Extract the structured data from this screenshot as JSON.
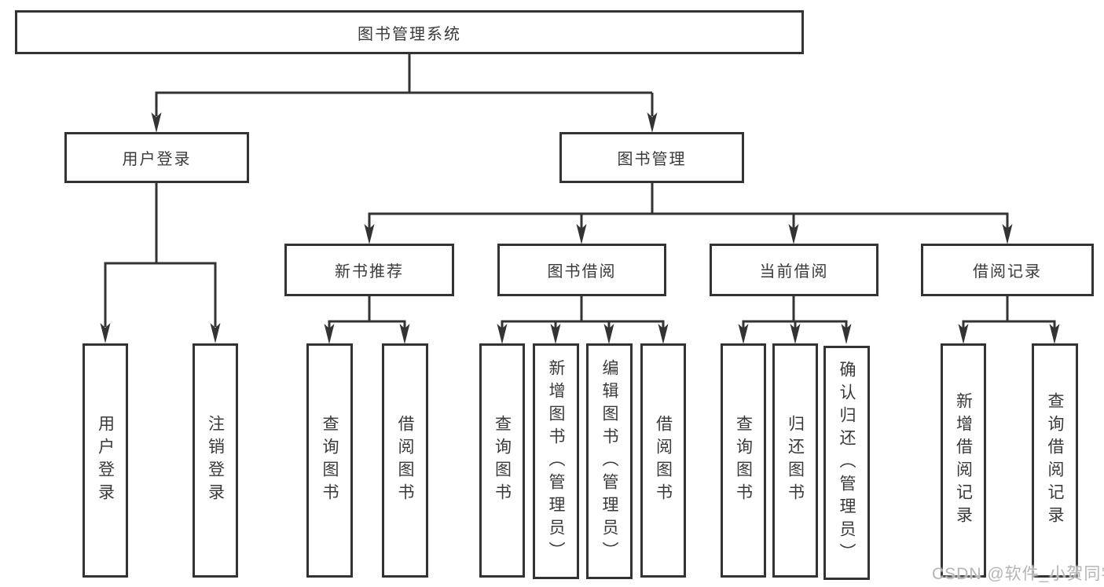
{
  "diagram_title": "图书管理系统",
  "colors": {
    "line": "#333333",
    "text": "#3a3a3a",
    "background": "#ffffff",
    "watermark": "#b5b5b5"
  },
  "nodes": {
    "root": "图书管理系统",
    "user_login": "用户登录",
    "book_management": "图书管理",
    "new_book_recommend": "新书推荐",
    "book_borrow": "图书借阅",
    "current_borrow": "当前借阅",
    "borrow_records": "借阅记录",
    "leaf_user_login": "用户登录",
    "leaf_logout": "注销登录",
    "leaf_nb_query": "查询图书",
    "leaf_nb_borrow": "借阅图书",
    "leaf_bb_query": "查询图书",
    "leaf_bb_add": "新增图书（管理员）",
    "leaf_bb_edit": "编辑图书（管理员）",
    "leaf_bb_borrow": "借阅图书",
    "leaf_cb_query": "查询图书",
    "leaf_cb_return": "归还图书",
    "leaf_cb_confirm": "确认归还（管理员）",
    "leaf_br_add": "新增借阅记录",
    "leaf_br_query": "查询借阅记录"
  },
  "hierarchy": {
    "图书管理系统": {
      "用户登录": [
        "用户登录",
        "注销登录"
      ],
      "图书管理": {
        "新书推荐": [
          "查询图书",
          "借阅图书"
        ],
        "图书借阅": [
          "查询图书",
          "新增图书（管理员）",
          "编辑图书（管理员）",
          "借阅图书"
        ],
        "当前借阅": [
          "查询图书",
          "归还图书",
          "确认归还（管理员）"
        ],
        "借阅记录": [
          "新增借阅记录",
          "查询借阅记录"
        ]
      }
    }
  },
  "watermark": "CSDN @软件_小贺同学"
}
